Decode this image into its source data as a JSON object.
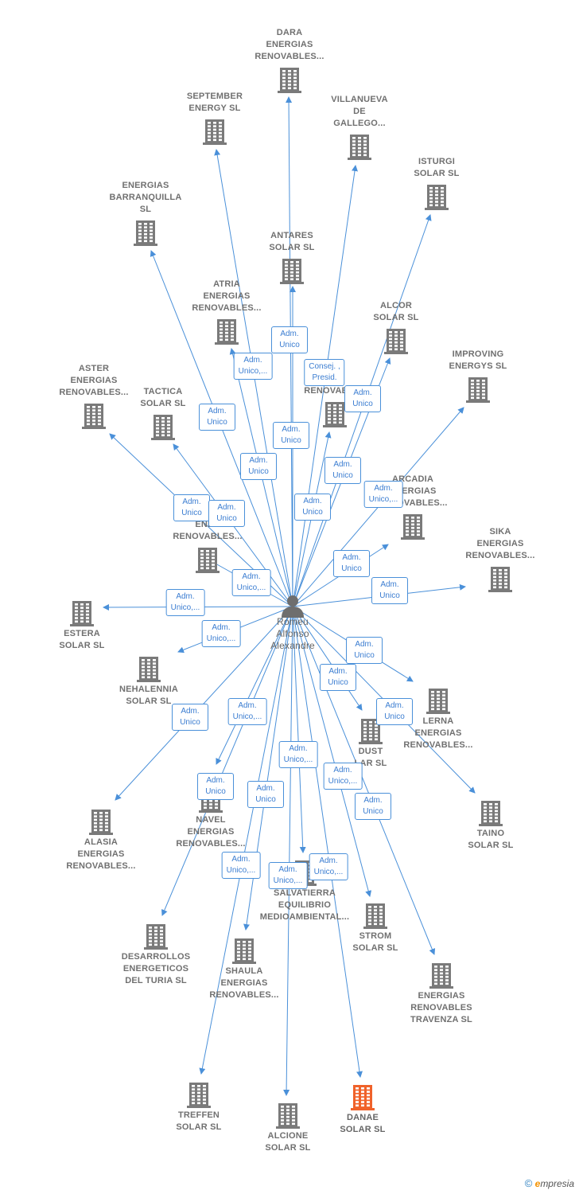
{
  "center": {
    "name": "Romeu\nAlfonso\nAlexandre",
    "icon": "person-icon"
  },
  "nodes": [
    {
      "id": "dara",
      "label": "DARA\nENERGIAS\nRENOVABLES...",
      "icon": "building-icon"
    },
    {
      "id": "september",
      "label": "SEPTEMBER\nENERGY  SL",
      "icon": "building-icon"
    },
    {
      "id": "villanueva",
      "label": "VILLANUEVA\nDE\nGALLEGO...",
      "icon": "building-icon"
    },
    {
      "id": "isturgi",
      "label": "ISTURGI\nSOLAR  SL",
      "icon": "building-icon"
    },
    {
      "id": "barranquilla",
      "label": "ENERGIAS\nBARRANQUILLA\nSL",
      "icon": "building-icon"
    },
    {
      "id": "antares",
      "label": "ANTARES\nSOLAR  SL",
      "icon": "building-icon"
    },
    {
      "id": "atria",
      "label": "ATRIA\nENERGIAS\nRENOVABLES...",
      "icon": "building-icon"
    },
    {
      "id": "alcor",
      "label": "ALCOR\nSOLAR  SL",
      "icon": "building-icon"
    },
    {
      "id": "improving",
      "label": "IMPROVING\nENERGYS  SL",
      "icon": "building-icon"
    },
    {
      "id": "aster",
      "label": "ASTER\nENERGIAS\nRENOVABLES...",
      "icon": "building-icon"
    },
    {
      "id": "tactica",
      "label": "TACTICA\nSOLAR  SL",
      "icon": "building-icon"
    },
    {
      "id": "hidden_as",
      "label": "AS\nRENOVABLES",
      "icon": "building-icon"
    },
    {
      "id": "arcadia",
      "label": "ARCADIA\nENERGIAS\nRENOVABLES...",
      "icon": "building-icon"
    },
    {
      "id": "sika",
      "label": "SIKA\nENERGIAS\nRENOVABLES...",
      "icon": "building-icon"
    },
    {
      "id": "hidden_ener",
      "label": "ENER\nRENOVABLES...",
      "icon": "building-icon"
    },
    {
      "id": "estera",
      "label": "ESTERA\nSOLAR  SL",
      "icon": "building-icon"
    },
    {
      "id": "nehalennia",
      "label": "NEHALENNIA\nSOLAR  SL",
      "icon": "building-icon"
    },
    {
      "id": "lerna",
      "label": "LERNA\nENERGIAS\nRENOVABLES...",
      "icon": "building-icon"
    },
    {
      "id": "dust",
      "label": "DUST\nLAR  SL",
      "icon": "building-icon"
    },
    {
      "id": "taino",
      "label": "TAINO\nSOLAR  SL",
      "icon": "building-icon"
    },
    {
      "id": "alasia",
      "label": "ALASIA\nENERGIAS\nRENOVABLES...",
      "icon": "building-icon"
    },
    {
      "id": "navel",
      "label": "NAVEL\nENERGIAS\nRENOVABLES...",
      "icon": "building-icon"
    },
    {
      "id": "salvatierra",
      "label": "SALVATIERRA\nEQUILIBRIO\nMEDIOAMBIENTAL...",
      "icon": "building-icon"
    },
    {
      "id": "strom",
      "label": "STROM\nSOLAR  SL",
      "icon": "building-icon"
    },
    {
      "id": "desarrollos",
      "label": "DESARROLLOS\nENERGETICOS\nDEL TURIA  SL",
      "icon": "building-icon"
    },
    {
      "id": "shaula",
      "label": "SHAULA\nENERGIAS\nRENOVABLES...",
      "icon": "building-icon"
    },
    {
      "id": "travenza",
      "label": "ENERGIAS\nRENOVABLES\nTRAVENZA  SL",
      "icon": "building-icon"
    },
    {
      "id": "treffen",
      "label": "TREFFEN\nSOLAR  SL",
      "icon": "building-icon"
    },
    {
      "id": "alcione",
      "label": "ALCIONE\nSOLAR  SL",
      "icon": "building-icon"
    },
    {
      "id": "danae",
      "label": "DANAE\nSOLAR  SL",
      "icon": "building-icon",
      "highlight": true
    }
  ],
  "relations": [
    {
      "target": "dara",
      "label": "Adm.\nUnico"
    },
    {
      "target": "september",
      "label": "Adm.\nUnico,..."
    },
    {
      "target": "villanueva",
      "label": "Consej. ,\nPresid."
    },
    {
      "target": "isturgi",
      "label": "Adm.\nUnico"
    },
    {
      "target": "barranquilla",
      "label": "Adm.\nUnico"
    },
    {
      "target": "antares",
      "label": "Adm.\nUnico"
    },
    {
      "target": "atria",
      "label": "Adm.\nUnico"
    },
    {
      "target": "alcor",
      "label": "Adm.\nUnico"
    },
    {
      "target": "hidden_as",
      "label": "Adm.\nUnico"
    },
    {
      "target": "improving",
      "label": "Adm.\nUnico,..."
    },
    {
      "target": "aster",
      "label": "Adm.\nUnico"
    },
    {
      "target": "tactica",
      "label": "Adm.\nUnico"
    },
    {
      "target": "arcadia",
      "label": "Adm.\nUnico"
    },
    {
      "target": "hidden_ener",
      "label": "Adm.\nUnico,..."
    },
    {
      "target": "sika",
      "label": "Adm.\nUnico"
    },
    {
      "target": "estera",
      "label": "Adm.\nUnico,..."
    },
    {
      "target": "nehalennia",
      "label": "Adm.\nUnico,..."
    },
    {
      "target": "lerna",
      "label": "Adm.\nUnico"
    },
    {
      "target": "dust",
      "label": "Adm.\nUnico"
    },
    {
      "target": "taino",
      "label": "Adm.\nUnico"
    },
    {
      "target": "alasia",
      "label": "Adm.\nUnico"
    },
    {
      "target": "navel",
      "label": "Adm.\nUnico,..."
    },
    {
      "target": "salvatierra",
      "label": "Adm.\nUnico,..."
    },
    {
      "target": "strom",
      "label": "Adm.\nUnico,..."
    },
    {
      "target": "desarrollos",
      "label": "Adm.\nUnico"
    },
    {
      "target": "shaula",
      "label": "Adm.\nUnico"
    },
    {
      "target": "travenza",
      "label": "Adm.\nUnico"
    },
    {
      "target": "treffen",
      "label": "Adm.\nUnico,..."
    },
    {
      "target": "alcione",
      "label": "Adm.\nUnico,..."
    },
    {
      "target": "danae",
      "label": "Adm.\nUnico,..."
    }
  ],
  "colors": {
    "edge": "#4a90d9",
    "building": "#7a7a7a",
    "highlight": "#f0622a",
    "person": "#6e6e6e"
  },
  "footer": {
    "copyright": "©",
    "brand": "mpresia",
    "brand_initial": "e"
  }
}
